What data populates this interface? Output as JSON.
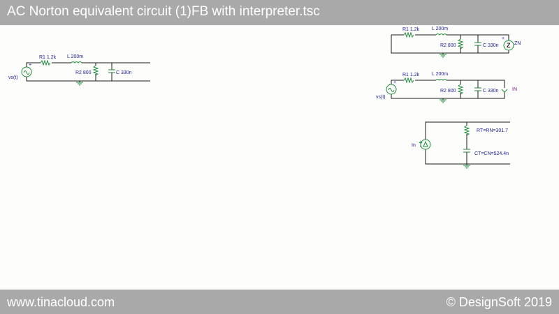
{
  "header": {
    "title": "AC Norton equivalent circuit (1)FB with interpreter.tsc"
  },
  "footer": {
    "website": "www.tinacloud.com",
    "copyright": "© DesignSoft 2019"
  },
  "circuit1": {
    "r1": "R1 1.2k",
    "l": "L 200m",
    "r2": "R2 800",
    "c": "C 330n",
    "vs": "vs(t)",
    "plus": "+"
  },
  "circuit2": {
    "r1": "R1 1.2k",
    "l": "L 200m",
    "r2": "R2 800",
    "c": "C 330n",
    "zn": "ZN",
    "plus": "+"
  },
  "circuit3": {
    "r1": "R1 1.2k",
    "l": "L 200m",
    "r2": "R2 800",
    "c": "C 330n",
    "vs": "vs(t)",
    "in": "IN",
    "plus": "+"
  },
  "circuit4": {
    "in": "In",
    "rt": "RT=RN=301.7",
    "ct": "CT=CN=524.4n"
  }
}
